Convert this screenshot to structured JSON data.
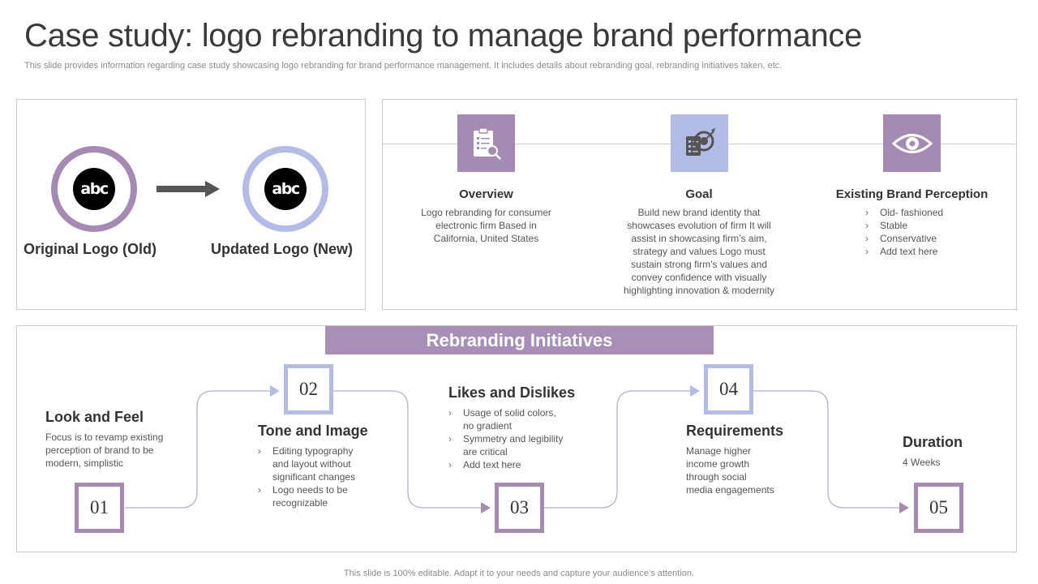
{
  "header": {
    "title": "Case study: logo rebranding to manage brand performance",
    "subtitle": "This slide provides information regarding case study showcasing logo rebranding for brand performance management. It includes details about rebranding goal, rebranding initiatives taken, etc."
  },
  "logos": {
    "logo_text": "abc",
    "old_label": "Original Logo (Old)",
    "new_label": "Updated Logo (New)",
    "arrow_icon": "right-arrow-icon"
  },
  "info": {
    "overview": {
      "icon": "clipboard-search-icon",
      "title": "Overview",
      "lines": [
        "Logo rebranding  for consumer",
        "electronic firm Based in",
        "California,  United States"
      ]
    },
    "goal": {
      "icon": "target-checklist-icon",
      "title": "Goal",
      "lines": [
        "Build new brand identity that",
        "showcases evolution  of firm It will",
        "assist in showcasing firm’s aim,",
        "strategy and values Logo must",
        "sustain strong firm’s values  and",
        "convey  confidence with visually",
        "highlighting innovation  & modernity"
      ]
    },
    "perception": {
      "icon": "eye-icon",
      "title": "Existing Brand Perception",
      "bullets": [
        "Old- fashioned",
        "Stable",
        "Conservative",
        "Add text here"
      ]
    }
  },
  "initiatives": {
    "banner": "Rebranding Initiatives",
    "steps": [
      {
        "number": "01",
        "title": "Look and Feel",
        "lines": [
          "Focus is to revamp  existing",
          "perception of brand  to be",
          "modern,  simplistic"
        ]
      },
      {
        "number": "02",
        "title": "Tone and Image",
        "bullets": [
          "Editing typography\nand layout without\nsignificant changes",
          "Logo needs to be\nrecognizable"
        ]
      },
      {
        "number": "03",
        "title": "Likes and Dislikes",
        "bullets": [
          "Usage of solid colors,\nno gradient",
          "Symmetry and legibility\nare critical",
          "Add text here"
        ]
      },
      {
        "number": "04",
        "title": "Requirements",
        "lines": [
          "Manage higher",
          "income growth",
          "through social",
          "media engagements"
        ]
      },
      {
        "number": "05",
        "title": "Duration",
        "lines": [
          "4 Weeks"
        ]
      }
    ]
  },
  "footer": "This slide is 100% editable. Adapt it to your needs and capture your audience’s attention.",
  "colors": {
    "purple": "#a58bb4",
    "lavender_blue": "#b3bce6",
    "banner": "#a88fb8"
  }
}
